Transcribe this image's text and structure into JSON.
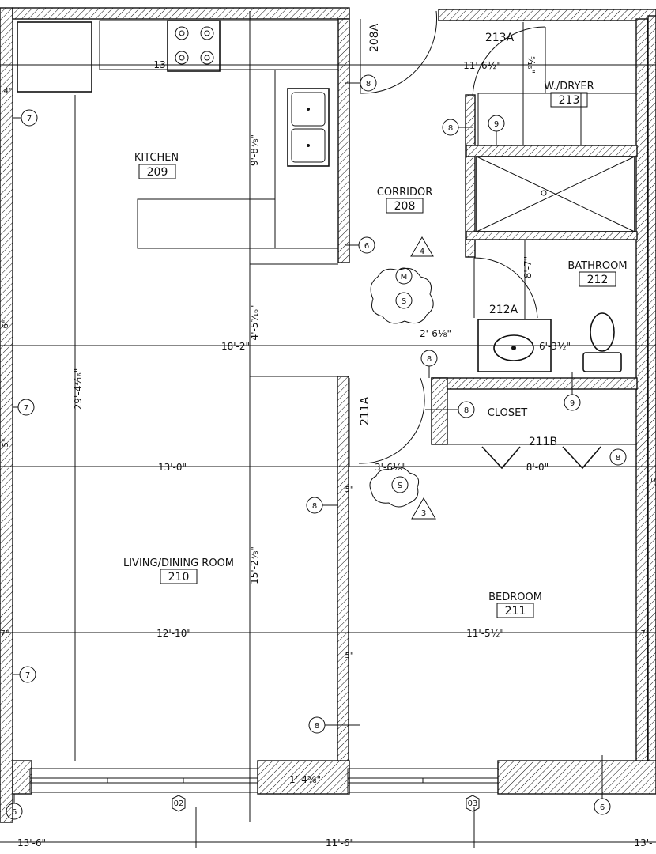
{
  "rooms": {
    "kitchen": {
      "name": "KITCHEN",
      "number": "209"
    },
    "corridor": {
      "name": "CORRIDOR",
      "number": "208"
    },
    "washer_dryer": {
      "name": "W./DRYER",
      "number": "213"
    },
    "bathroom": {
      "name": "BATHROOM",
      "number": "212"
    },
    "closet": {
      "name": "CLOSET"
    },
    "living": {
      "name": "LIVING/DINING ROOM",
      "number": "210"
    },
    "bedroom": {
      "name": "BEDROOM",
      "number": "211"
    }
  },
  "doors": {
    "d208a": "208A",
    "d213a": "213A",
    "d212a": "212A",
    "d211a": "211A",
    "d211b": "211B"
  },
  "dimensions": {
    "d_13": "13",
    "d_11_6_half": "11'-6½\"",
    "d_9_8_7_8": "9'-8⅞\"",
    "d_5_16": "⁵⁄₁₆\"",
    "d_8_7": "8'-7\"",
    "d_4_5_5_16": "4'-5⁵⁄₁₆\"",
    "d_2_6_1_8": "2'-6⅛\"",
    "d_18_2": "18'-2\"",
    "d_6_3_half": "6'-3½\"",
    "d_29_4_3_16": "29'-4³⁄₁₆\"",
    "d_13_0": "13'-0\"",
    "d_3_6_1_8": "3'-6⅛\"",
    "d_8_0": "8'-0\"",
    "d_15_2_7_8": "15'-2⅞\"",
    "d_12_10": "12'-10\"",
    "d_11_5_half": "11'-5½\"",
    "d_1_4_5_8": "1'-4⅝\"",
    "d_5_a": "5\"",
    "d_5_b": "5\"",
    "d_6_l": "6\"",
    "d_5_l": "5\"",
    "d_7_l": "7\"",
    "d_7_r": "7\"",
    "d_5_r": "5\"",
    "d_4_l": "4\"",
    "b_13_6_l": "13'-6\"",
    "b_11_6": "11'-6\"",
    "b_13_r": "13'-"
  },
  "keynotes": {
    "k6": "6",
    "k7": "7",
    "k8": "8",
    "k9": "9"
  },
  "symbols": {
    "motion": "M",
    "smoke": "S",
    "tri4": "4",
    "tri3": "3"
  },
  "grid_tags": {
    "g02": "02",
    "g03": "03"
  }
}
